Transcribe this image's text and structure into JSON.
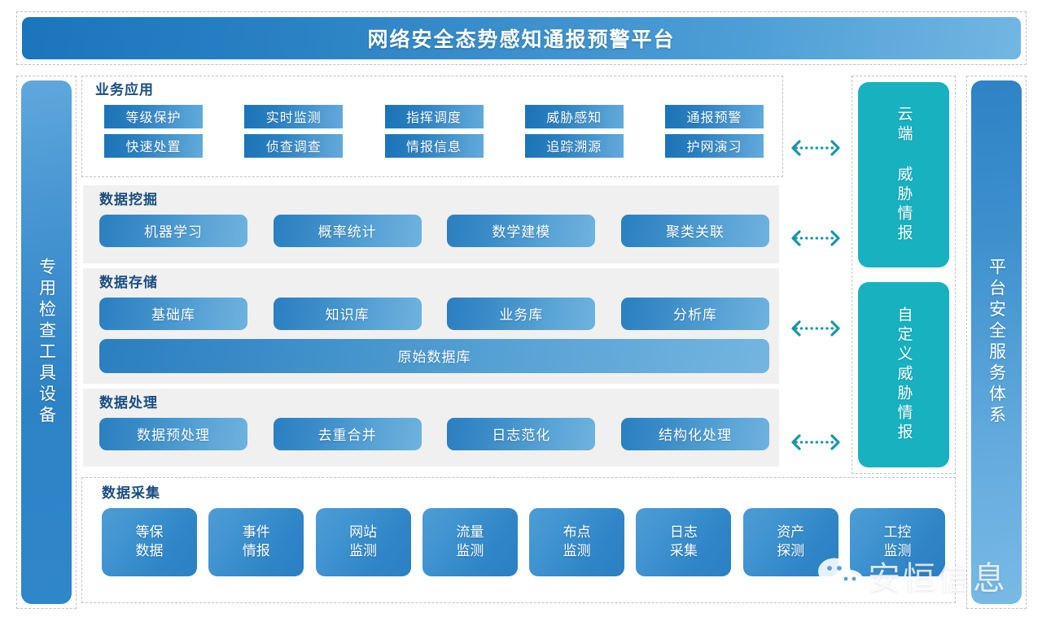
{
  "title": {
    "text": "网络安全态势感知通报预警平台"
  },
  "left_panel": {
    "label": "专用检查工具设备"
  },
  "right_panel": {
    "label": "平台安全服务体系"
  },
  "threat_intel": {
    "boxes": [
      {
        "label": "云端 威胁情报"
      },
      {
        "label": "自定义威胁情报"
      }
    ]
  },
  "business": {
    "title": "业务应用",
    "row1": [
      "等级保护",
      "实时监测",
      "指挥调度",
      "威胁感知",
      "通报预警"
    ],
    "row2": [
      "快速处置",
      "侦查调查",
      "情报信息",
      "追踪溯源",
      "护网演习"
    ]
  },
  "mining": {
    "title": "数据挖掘",
    "items": [
      "机器学习",
      "概率统计",
      "数学建模",
      "聚类关联"
    ]
  },
  "storage": {
    "title": "数据存储",
    "items": [
      "基础库",
      "知识库",
      "业务库",
      "分析库"
    ],
    "wide_item": "原始数据库"
  },
  "processing": {
    "title": "数据处理",
    "items": [
      "数据预处理",
      "去重合并",
      "日志范化",
      "结构化处理"
    ]
  },
  "collection": {
    "title": "数据采集",
    "items": [
      {
        "line1": "等保",
        "line2": "数据"
      },
      {
        "line1": "事件",
        "line2": "情报"
      },
      {
        "line1": "网站",
        "line2": "监测"
      },
      {
        "line1": "流量",
        "line2": "监测"
      },
      {
        "line1": "布点",
        "line2": "监测"
      },
      {
        "line1": "日志",
        "line2": "采集"
      },
      {
        "line1": "资产",
        "line2": "探测"
      },
      {
        "line1": "工控",
        "line2": "监测"
      }
    ]
  },
  "connectors": {
    "icon": "double-arrow-dotted-icon",
    "count": 4,
    "color": "#1896a6"
  },
  "watermark": {
    "text": "安恒信息",
    "logo": "wechat-icon"
  },
  "colors": {
    "title_gradient_start": "#1c75bc",
    "title_gradient_end": "#73b6e2",
    "section_title": "#1a4d80",
    "panel_gray": "#f0f0f0",
    "teal": "#18b1c0",
    "box_blue": "#2b7fc0",
    "dashed_border": "#c2c2c2"
  }
}
